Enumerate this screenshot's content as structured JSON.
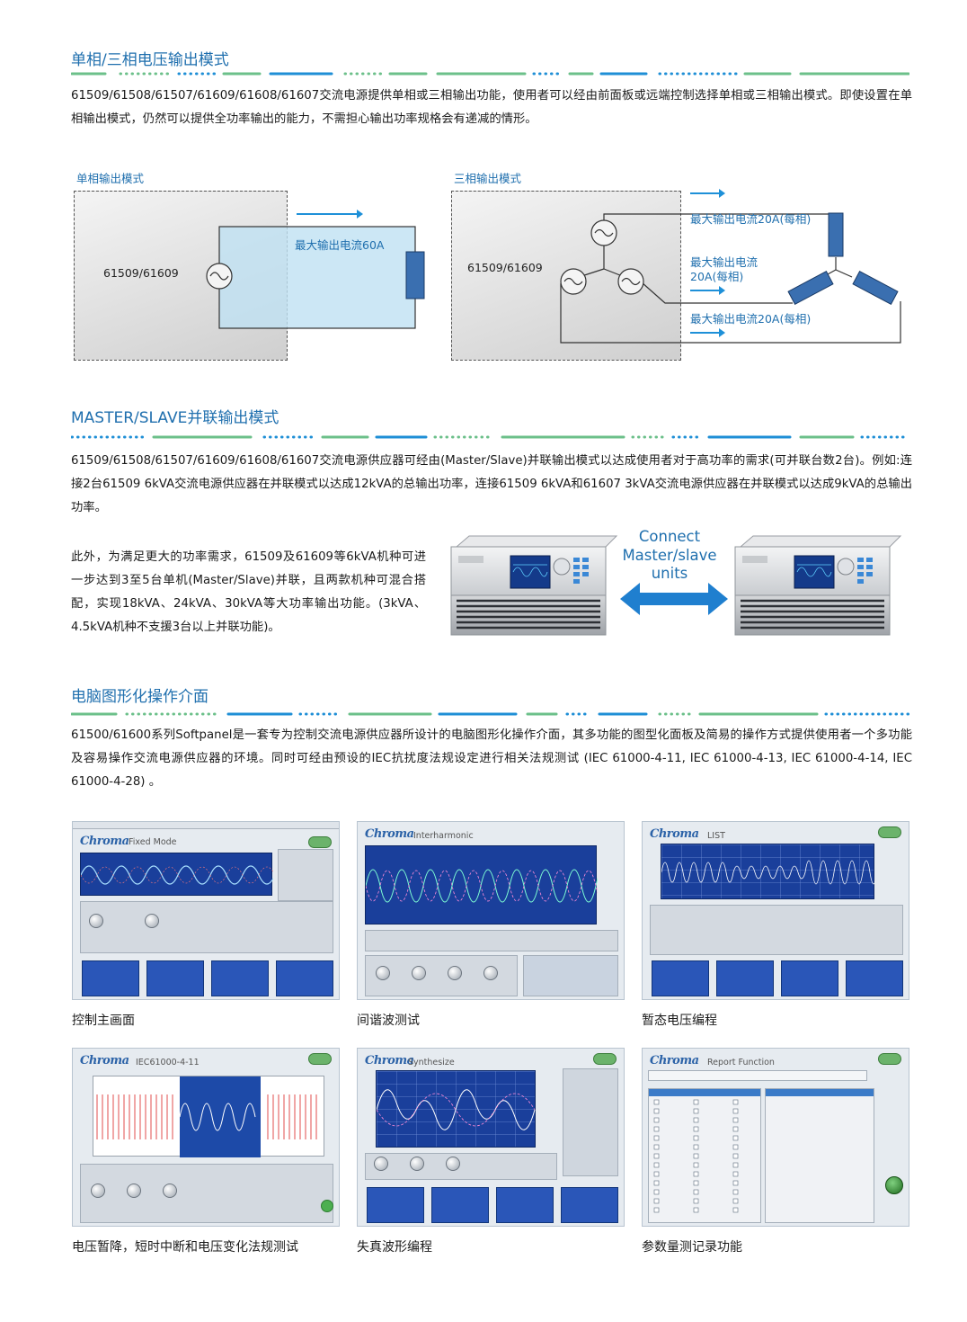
{
  "section1": {
    "title": "单相/三相电压输出模式",
    "paragraph": "61509/61508/61507/61609/61608/61607交流电源提供单相或三相输出功能，使用者可以经由前面板或远端控制选择单相或三相输出模式。即使设置在单相输出模式，仍然可以提供全功率输出的能力，不需担心输出功率规格会有递减的情形。",
    "single_label": "单相输出模式",
    "single_model": "61509/61609",
    "single_current": "最大输出电流60A",
    "three_label": "三相输出模式",
    "three_model": "61509/61609",
    "three_current_top": "最大输出电流20A(每相)",
    "three_current_mid_1": "最大输出电流",
    "three_current_mid_2": "20A(每相)",
    "three_current_bottom": "最大输出电流20A(每相)"
  },
  "section2": {
    "title": "MASTER/SLAVE并联输出模式",
    "paragraph": "61509/61508/61507/61609/61608/61607交流电源供应器可经由(Master/Slave)并联输出模式以达成使用者对于高功率的需求(可并联台数2台)。例如:连接2台61509 6kVA交流电源供应器在并联模式以达成12kVA的总输出功率，连接61509 6kVA和61607 3kVA交流电源供应器在并联模式以达成9kVA的总输出功率。",
    "side_paragraph": "此外，为满足更大的功率需求，61509及61609等6kVA机种可进一步达到3至5台单机(Master/Slave)并联，且两款机种可混合搭配，实现18kVA、24kVA、30kVA等大功率输出功能。(3kVA、4.5kVA机种不支援3台以上并联功能)。",
    "connect_1": "Connect",
    "connect_2": "Master/slave",
    "connect_3": "units"
  },
  "section3": {
    "title": "电脑图形化操作介面",
    "paragraph": "61500/61600系列Softpanel是一套专为控制交流电源供应器所设计的电脑图形化操作介面，其多功能的图型化面板及简易的操作方式提供使用者一个多功能及容易操作交流电源供应器的环境。同时可经由预设的IEC抗扰度法规设定进行相关法规测试 (IEC 61000-4-11, IEC 61000-4-13, IEC 61000-4-14, IEC 61000-4-28) 。",
    "shots": [
      {
        "title": "Fixed Mode",
        "caption": "控制主画面"
      },
      {
        "title": "Interharmonic",
        "caption": "间谐波测试"
      },
      {
        "title": "LIST",
        "caption": "暂态电压编程"
      },
      {
        "title": "IEC61000-4-11",
        "caption": "电压暂降，短时中断和电压变化法规测试"
      },
      {
        "title": "Synthesize",
        "caption": "失真波形编程"
      },
      {
        "title": "Report Function",
        "caption": "参数量测记录功能"
      }
    ],
    "logo": "Chroma"
  },
  "colors": {
    "accent_blue": "#1f6fae",
    "divider_green": "#6cc08a",
    "divider_blue": "#1f8fd6",
    "arrow_blue": "#1e90d8",
    "load_blue": "#3a6fb0"
  }
}
